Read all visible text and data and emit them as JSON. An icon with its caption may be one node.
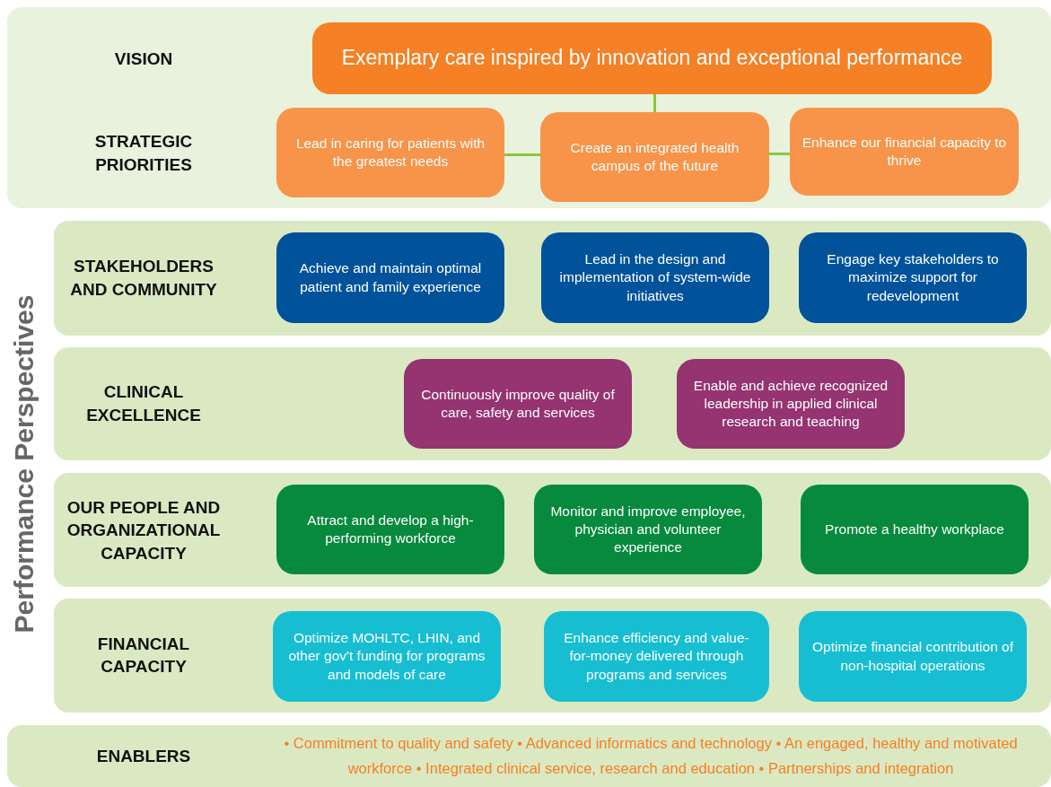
{
  "diagram": {
    "nodes": [
      {
        "text": [
          "VISION",
          "STRATEGIC PRIORITIES"
        ]
      },
      {
        "text": [
          "Exemplary care inspired by innovation and exceptional performance"
        ],
        "in": 0
      },
      {
        "text": [
          "Lead in caring for patients with the greatest needs"
        ],
        "in": 0
      },
      {
        "text": [
          "Create an integrated health campus of the future"
        ],
        "in": 0
      },
      {
        "text": [
          "Enhance our financial capacity to thrive"
        ],
        "in": 0
      },
      {
        "text": [
          "STAKEHOLDERS AND COMMUNITY"
        ]
      },
      {
        "text": [
          "Achieve and maintain optimal patient and family experience"
        ],
        "in": 5
      },
      {
        "text": [
          "Lead in the design and implementation of system-wide initiatives"
        ],
        "in": 5
      },
      {
        "text": [
          "Engage key stakeholders to maximize support for redevelopment"
        ],
        "in": 5
      },
      {
        "text": [
          "CLINICAL EXCELLENCE"
        ]
      },
      {
        "text": [
          "Continuously improve quality of care, safety and services"
        ],
        "in": 9
      },
      {
        "text": [
          "Enable and achieve recognized leadership in applied clinical research and teaching"
        ],
        "in": 9
      },
      {
        "text": [
          "OUR PEOPLE AND ORGANIZATIONAL CAPACITY"
        ]
      },
      {
        "text": [
          "Attract and develop a high-performing workforce"
        ],
        "in": 12
      },
      {
        "text": [
          "Monitor and improve employee, physician and volunteer experience"
        ],
        "in": 12
      },
      {
        "text": [
          "Promote a healthy workplace"
        ],
        "in": 12
      },
      {
        "text": [
          "FINANCIAL CAPACITY"
        ]
      },
      {
        "text": [
          "Optimize MOHLTC, LHIN, and other gov't funding for programs and models of care"
        ],
        "in": 16
      },
      {
        "text": [
          "Enhance efficiency and value-for-money delivered through programs and services"
        ],
        "in": 16
      },
      {
        "text": [
          "Optimize financial contribution of non-hospital operations"
        ],
        "in": 16
      },
      {
        "text": [
          "ENABLERS",
          "• Commitment to quality and safety • Advanced informatics and technology • An engaged, healthy and motivated workforce • Integrated clinical service, research and education • Partnerships and integration"
        ]
      }
    ],
    "edges": [
      {
        "from": 1,
        "to": 3,
        "arrow": "none"
      },
      {
        "from": 2,
        "to": 3,
        "arrow": "none"
      },
      {
        "from": 3,
        "to": 4,
        "arrow": "none"
      }
    ],
    "labels": [
      "Performance Perspectives"
    ]
  }
}
